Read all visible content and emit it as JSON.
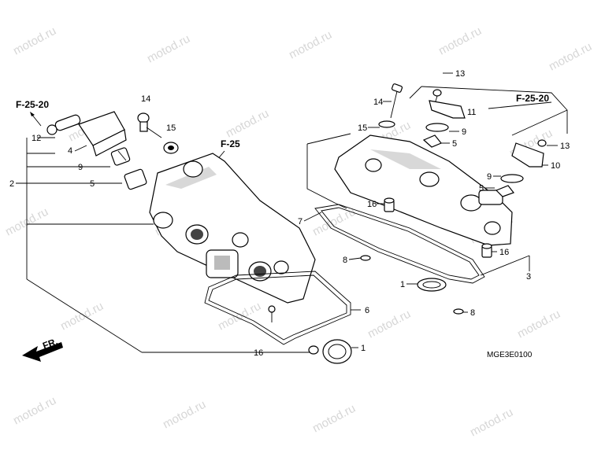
{
  "watermark": "motod.ru",
  "diagram_code": "MGE3E0100",
  "front_indicator": "FR.",
  "refs": {
    "left_top": "F-25-20",
    "left_mid": "F-25",
    "right_top": "F-25-20"
  },
  "callouts": {
    "c1a": "1",
    "c1b": "1",
    "c2": "2",
    "c3": "3",
    "c4": "4",
    "c5a": "5",
    "c5b": "5",
    "c5c": "5",
    "c6": "6",
    "c7": "7",
    "c8a": "8",
    "c8b": "8",
    "c9a": "9",
    "c9b": "9",
    "c9c": "9",
    "c10": "10",
    "c11": "11",
    "c12": "12",
    "c13a": "13",
    "c13b": "13",
    "c14a": "14",
    "c14b": "14",
    "c15a": "15",
    "c15b": "15",
    "c16a": "16",
    "c16b": "16",
    "c16c": "16"
  }
}
